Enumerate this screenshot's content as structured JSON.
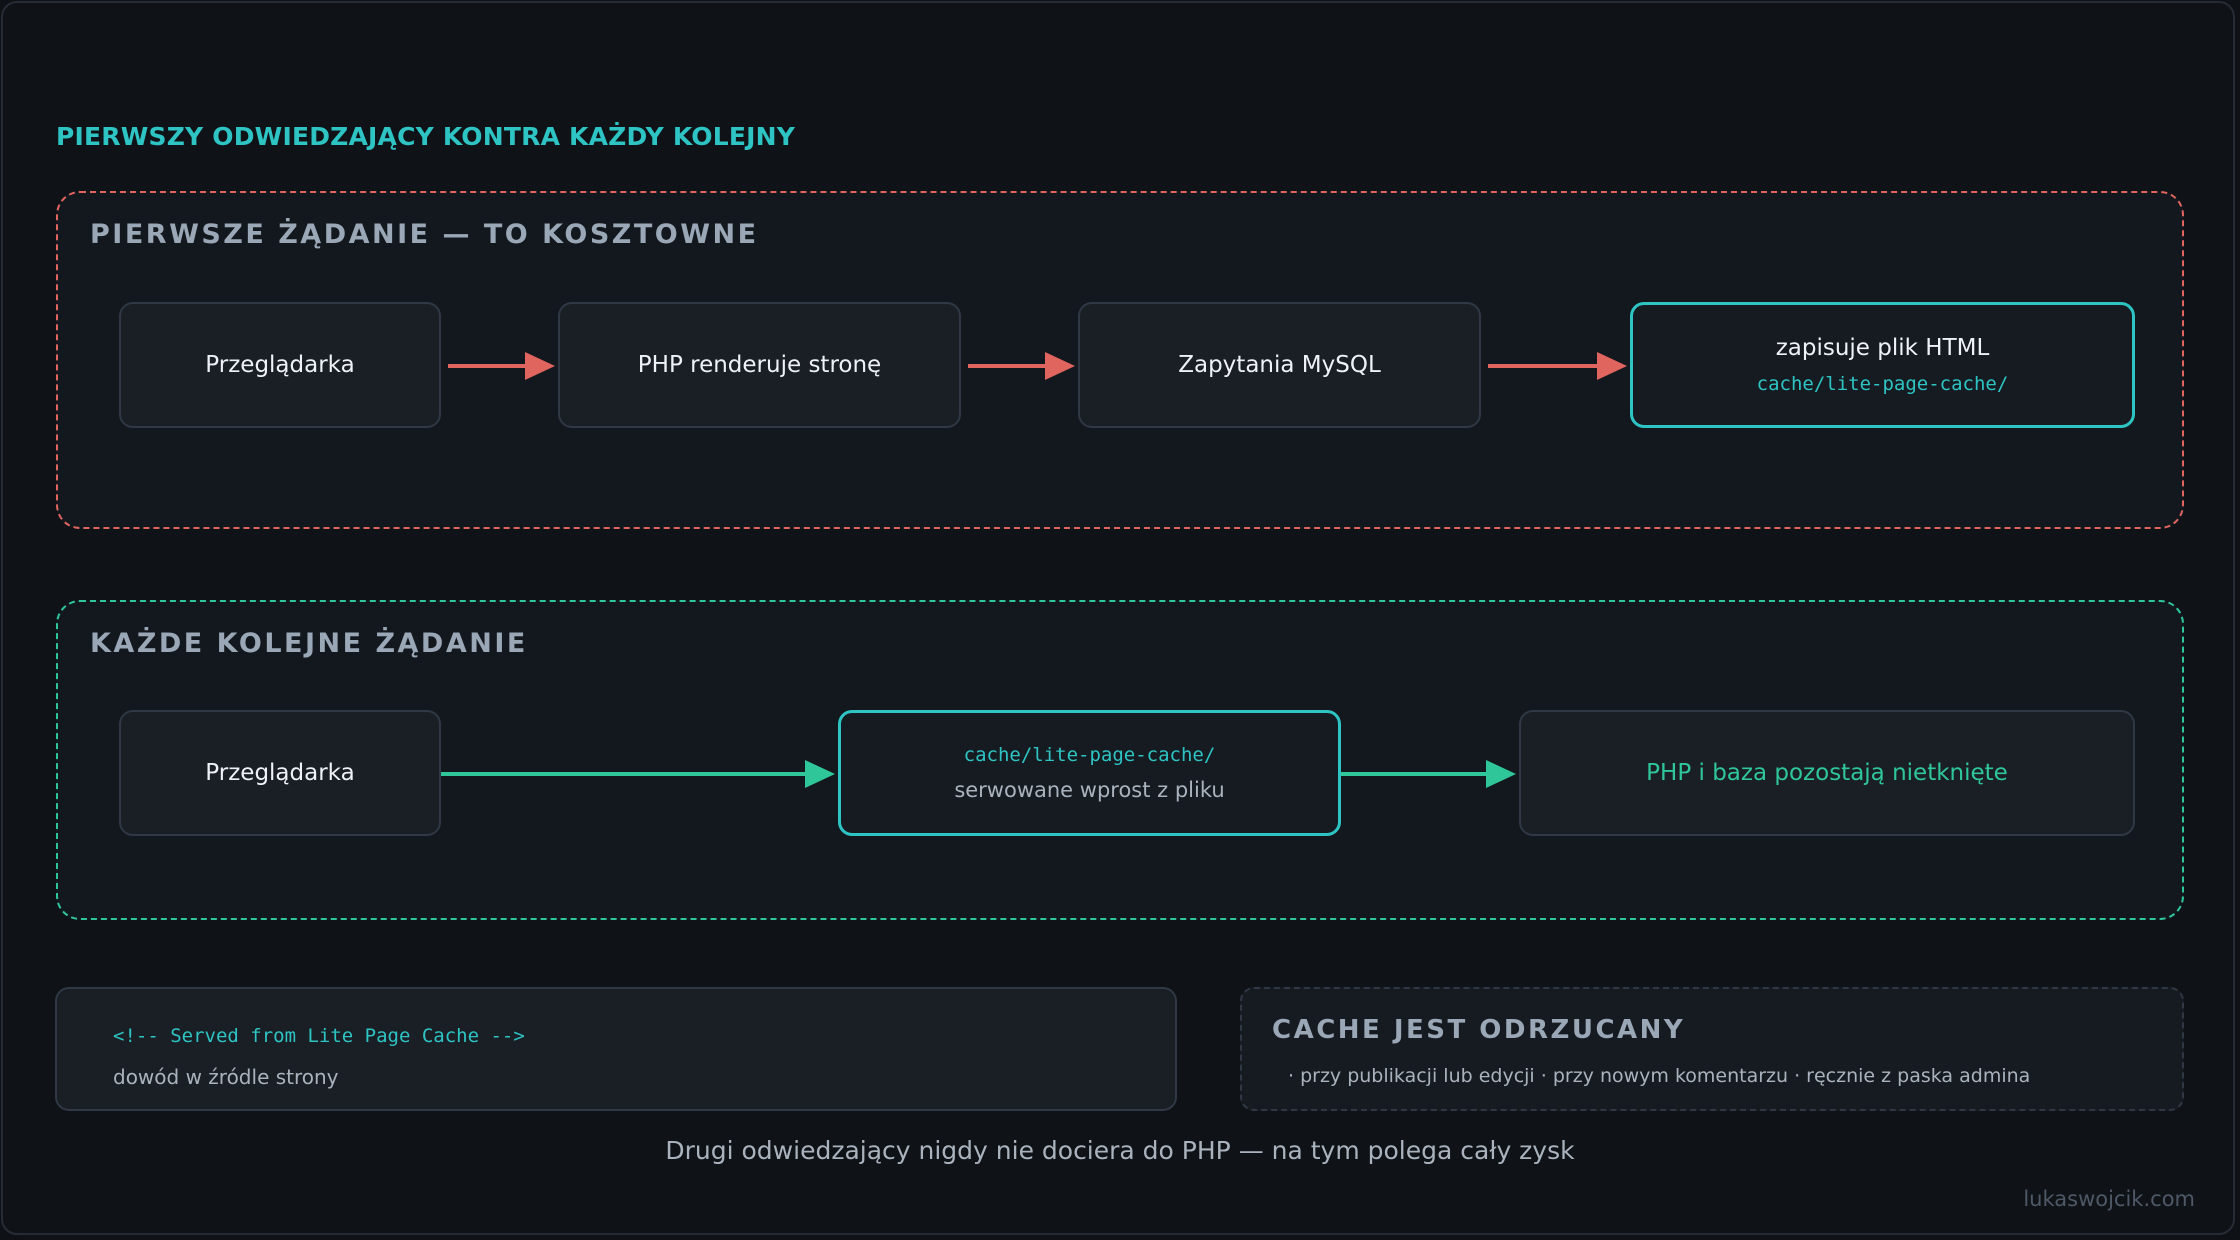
{
  "title": "PIERWSZY ODWIEDZAJĄCY KONTRA KAŻDY KOLEJNY",
  "first_request": {
    "label": "PIERWSZE ŻĄDANIE — TO KOSZTOWNE",
    "steps": [
      {
        "text": "Przeglądarka"
      },
      {
        "text": "PHP renderuje stronę"
      },
      {
        "text": "Zapytania MySQL"
      },
      {
        "text": "zapisuje plik HTML",
        "code": "cache/lite-page-cache/"
      }
    ]
  },
  "next_request": {
    "label": "KAŻDE KOLEJNE ŻĄDANIE",
    "steps": [
      {
        "text": "Przeglądarka"
      },
      {
        "code": "cache/lite-page-cache/",
        "text": "serwowane wprost z pliku"
      },
      {
        "text": "PHP i baza pozostają nietknięte"
      }
    ]
  },
  "proof": {
    "code": "<!-- Served from Lite Page Cache -->",
    "description": "dowód w źródle strony"
  },
  "invalidation": {
    "title": "CACHE JEST ODRZUCANY",
    "items": "· przy publikacji lub edycji · przy nowym komentarzu · ręcznie z paska admina"
  },
  "footer": "Drugi odwiedzający nigdy nie dociera do PHP — na tym polega cały zysk",
  "credit": "lukaswojcik.com",
  "colors": {
    "accent": "#2ec4c4",
    "expensive": "#e0655f",
    "cheap": "#2fc79a",
    "background": "#0f1318"
  }
}
